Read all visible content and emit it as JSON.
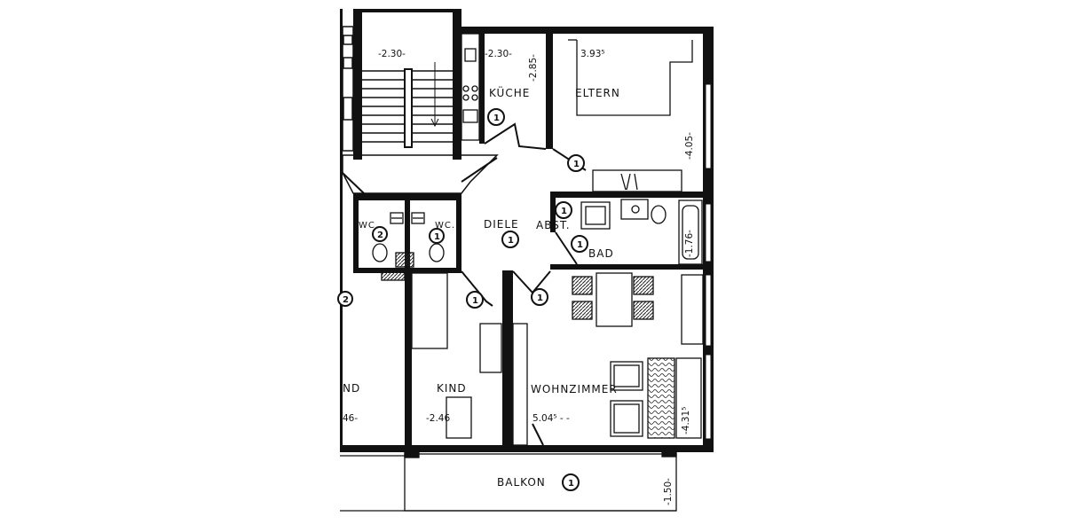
{
  "rooms": {
    "kueche": "KÜCHE",
    "eltern": "ELTERN",
    "diele": "DIELE",
    "abst": "ABST.",
    "bad": "BAD",
    "wc_left": "WC.",
    "wc_right": "WC.",
    "kind": "KIND",
    "kind_left_partial": "ND",
    "wohnzimmer": "WOHNZIMMER",
    "balkon": "BALKON"
  },
  "dimensions": {
    "stair_width": "-2.30-",
    "kueche_width": "-2.30-",
    "kueche_depth": "-2.85-",
    "eltern_width": "3.93⁵",
    "eltern_depth": "-4.05-",
    "bad_depth": "-1.76-",
    "kind_width": "-2.46",
    "left_partial": "46-",
    "wohnzimmer_width": "5.04⁵ - -",
    "wohnzimmer_depth": "-4.31⁵",
    "balkon_depth": "-1.50-"
  },
  "markers": {
    "apartment_1": "1",
    "apartment_2": "2"
  }
}
